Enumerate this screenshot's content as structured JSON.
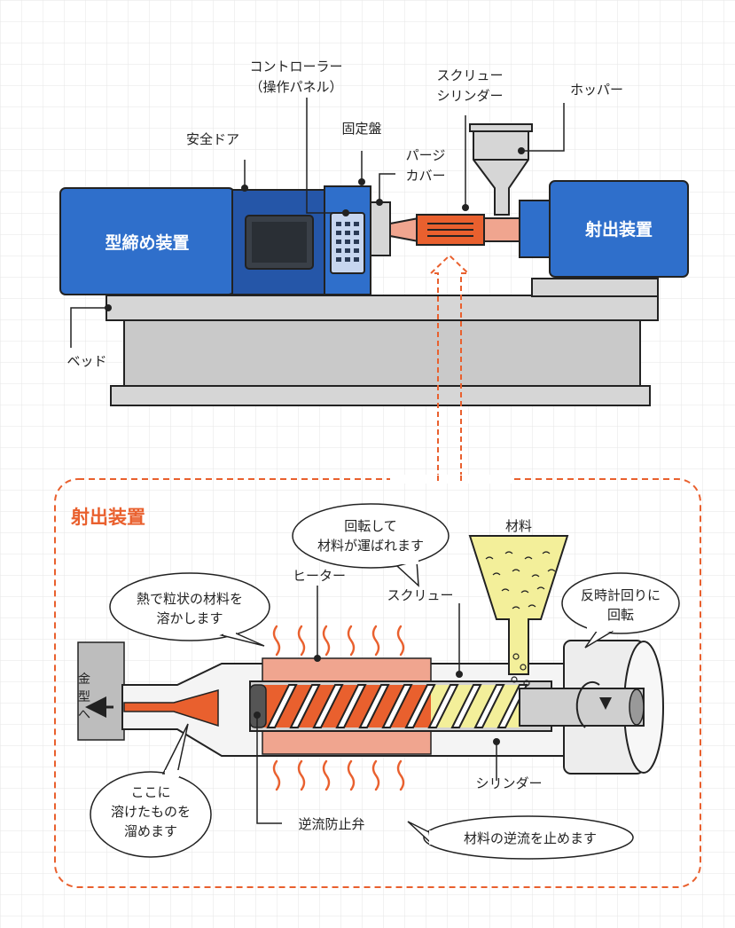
{
  "machine": {
    "clamping_unit": "型締め装置",
    "injection_unit": "射出装置",
    "safety_door": "安全ドア",
    "controller_line1": "コントローラー",
    "controller_line2": "（操作パネル）",
    "fixed_platen": "固定盤",
    "purge_cover_line1": "パージ",
    "purge_cover_line2": "カバー",
    "screw_cylinder_line1": "スクリュー",
    "screw_cylinder_line2": "シリンダー",
    "hopper": "ホッパー",
    "bed": "ベッド"
  },
  "detail": {
    "title": "射出装置",
    "bubble_rotate_line1": "回転して",
    "bubble_rotate_line2": "材料が運ばれます",
    "material": "材料",
    "bubble_heat_line1": "熱で粒状の材料を",
    "bubble_heat_line2": "溶かします",
    "heater": "ヒーター",
    "screw": "スクリュー",
    "bubble_ccw_line1": "反時計回りに",
    "bubble_ccw_line2": "回転",
    "to_mold_1": "金",
    "to_mold_2": "型",
    "to_mold_3": "へ",
    "bubble_store_line1": "ここに",
    "bubble_store_line2": "溶けたものを",
    "bubble_store_line3": "溜めます",
    "cylinder": "シリンダー",
    "check_valve": "逆流防止弁",
    "bubble_backflow": "材料の逆流を止めます"
  },
  "colors": {
    "machine_blue": "#2f6fcb",
    "heater_orange": "#e9602e",
    "material_yellow": "#f3ef9a"
  }
}
